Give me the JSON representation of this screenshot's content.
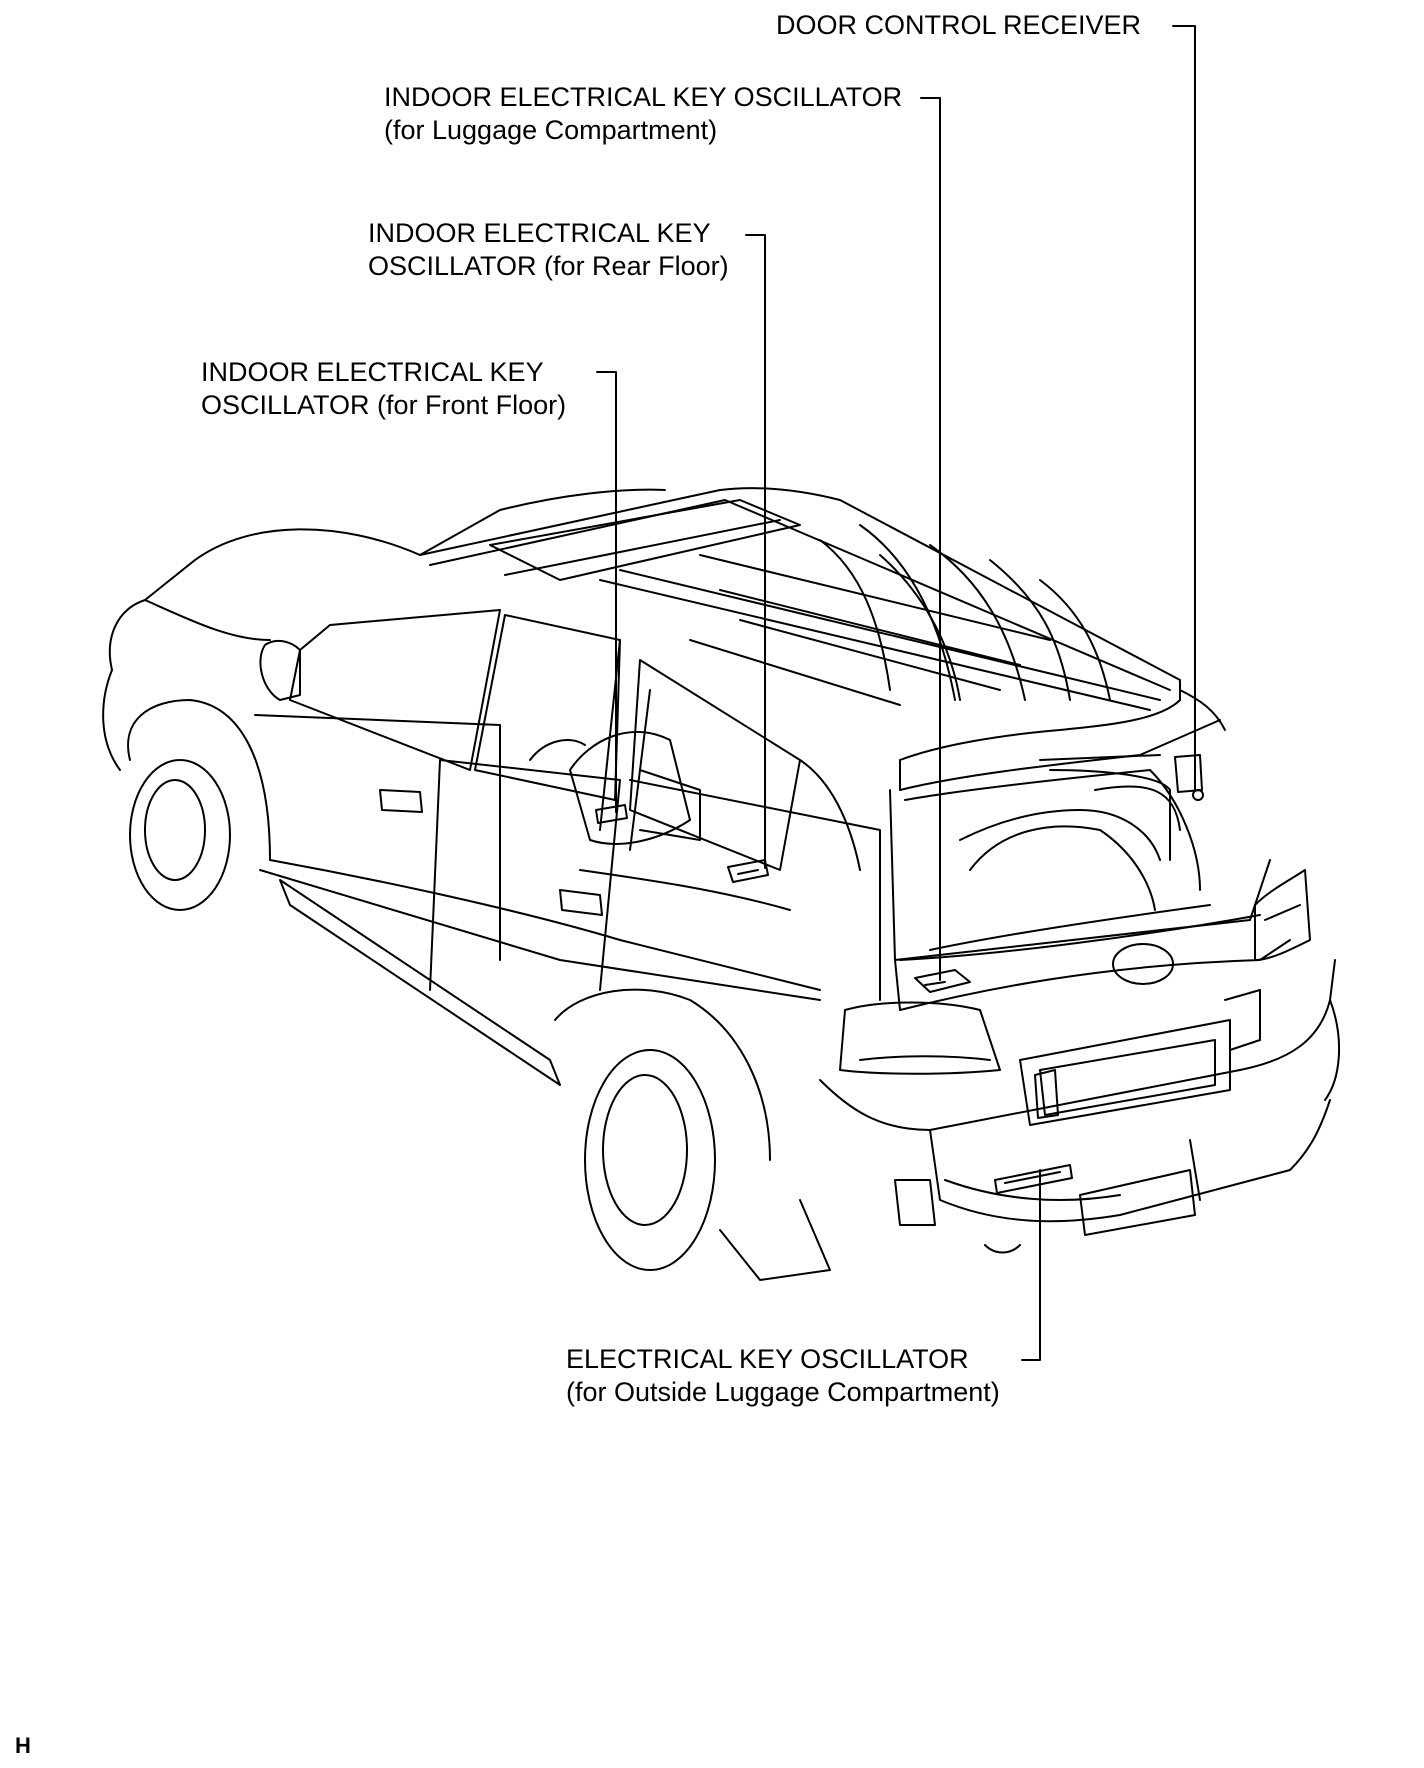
{
  "labels": {
    "door_control_receiver": "DOOR CONTROL RECEIVER",
    "luggage_line1": "INDOOR ELECTRICAL KEY OSCILLATOR",
    "luggage_line2": "(for Luggage Compartment)",
    "rear_line1": "INDOOR ELECTRICAL KEY",
    "rear_line2": "OSCILLATOR (for Rear Floor)",
    "front_line1": "INDOOR ELECTRICAL KEY",
    "front_line2": "OSCILLATOR (for Front Floor)",
    "outside_line1": "ELECTRICAL KEY OSCILLATOR",
    "outside_line2": "(for Outside Luggage Compartment)"
  },
  "footer_code": "H",
  "colors": {
    "line": "#000000",
    "background": "#ffffff"
  }
}
